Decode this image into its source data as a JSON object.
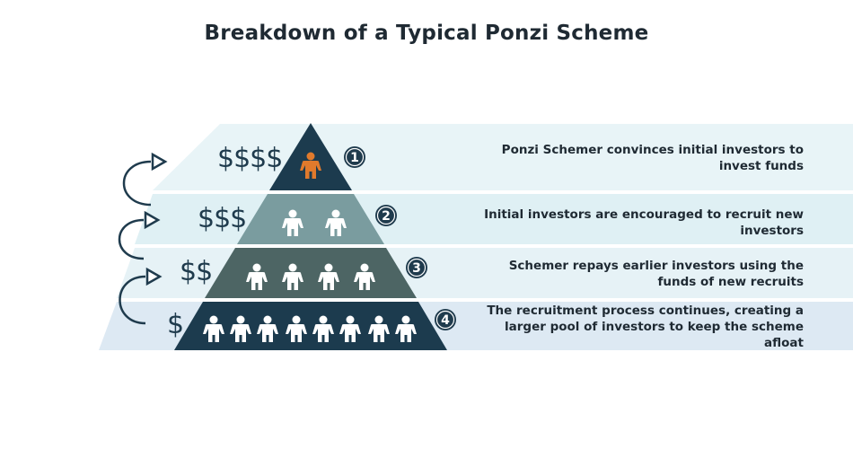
{
  "title": "Breakdown of a Typical Ponzi Scheme",
  "colors": {
    "tier1": "#1c3b4e",
    "tier2": "#7a9c9f",
    "tier3": "#4d6564",
    "tier4": "#1c3b4e",
    "schemer": "#e07a2c",
    "band1": "#e8f4f7",
    "band2": "#dff0f4",
    "band3": "#e6f2f6",
    "band4": "#dde9f3"
  },
  "levels": [
    {
      "number": "1",
      "dollars": "$$$$",
      "people": 1,
      "text": "Ponzi Schemer convinces initial investors to invest funds"
    },
    {
      "number": "2",
      "dollars": "$$$",
      "people": 2,
      "text": "Initial investors are encouraged to recruit new investors"
    },
    {
      "number": "3",
      "dollars": "$$",
      "people": 4,
      "text": "Schemer repays earlier investors using the funds of new recruits"
    },
    {
      "number": "4",
      "dollars": "$",
      "people": 8,
      "text": "The recruitment process continues, creating a larger pool of investors to keep the scheme afloat"
    }
  ]
}
